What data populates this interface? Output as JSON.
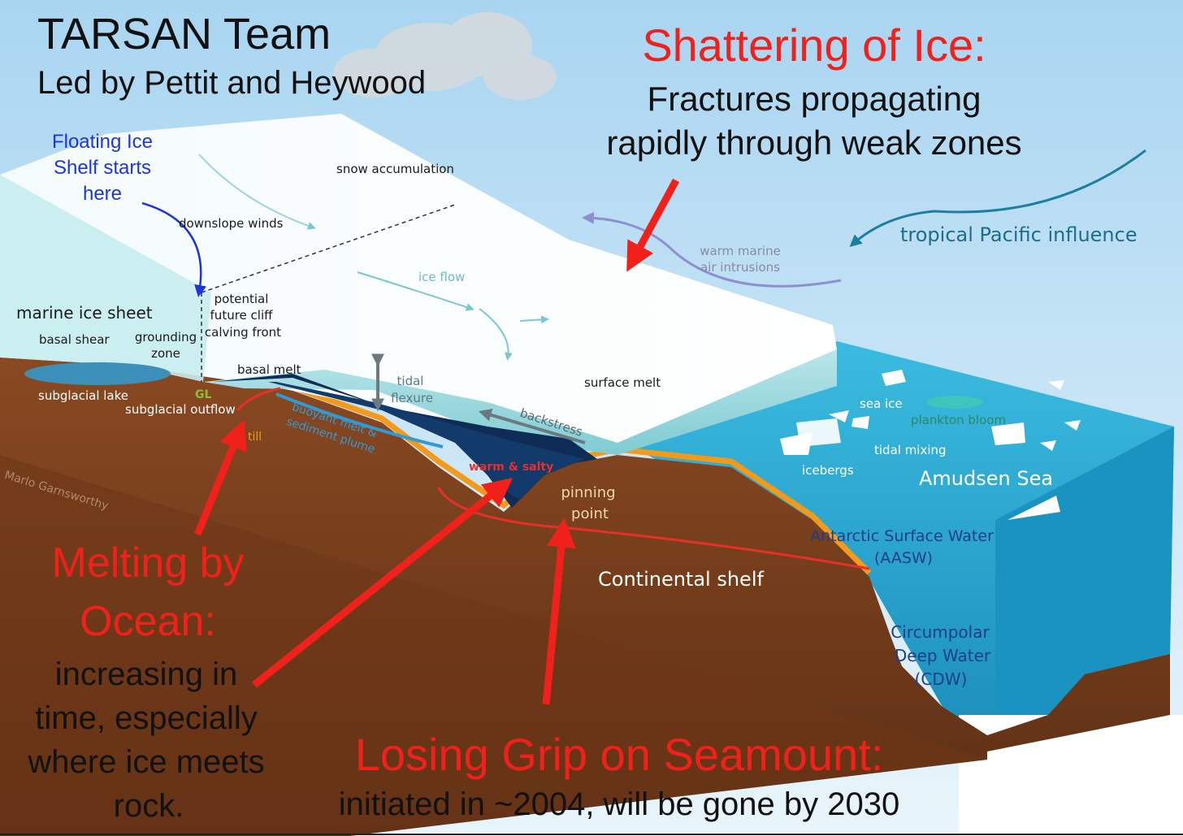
{
  "header": {
    "title": "TARSAN Team",
    "subtitle": "Led by Pettit and Heywood"
  },
  "callouts": {
    "shattering": {
      "title": "Shattering of Ice:",
      "line1": "Fractures propagating",
      "line2": "rapidly through weak zones"
    },
    "melting": {
      "title1": "Melting by",
      "title2": "Ocean:",
      "line1": "increasing in",
      "line2": "time, especially",
      "line3": "where ice meets",
      "line4": "rock."
    },
    "grip": {
      "title": "Losing Grip on Seamount:",
      "line1": "initiated in ~2004, will be gone by 2030"
    },
    "floating": {
      "line1": "Floating Ice",
      "line2": "Shelf starts",
      "line3": "here"
    }
  },
  "labels": {
    "snow_accumulation": "snow accumulation",
    "downslope_winds": "downslope winds",
    "ice_flow": "ice flow",
    "warm_marine_1": "warm marine",
    "warm_marine_2": "air intrusions",
    "tropical_pacific": "tropical Pacific influence",
    "marine_ice_sheet": "marine ice sheet",
    "basal_shear": "basal shear",
    "grounding_1": "grounding",
    "grounding_2": "zone",
    "potential_1": "potential",
    "potential_2": "future cliff",
    "potential_3": "calving front",
    "basal_melt": "basal melt",
    "tidal_1": "tidal",
    "tidal_2": "flexure",
    "surface_melt": "surface melt",
    "subglacial_lake": "subglacial lake",
    "gl": "GL",
    "subglacial_outflow": "subglacial outflow",
    "till": "till",
    "buoyant_1": "buoyant melt &",
    "buoyant_2": "sediment plume",
    "backstress": "backstress",
    "warm_salty": "warm & salty",
    "pinning_1": "pinning",
    "pinning_2": "point",
    "sea_ice": "sea ice",
    "plankton_bloom": "plankton bloom",
    "tidal_mixing": "tidal mixing",
    "icebergs": "icebergs",
    "amundsen_sea": "Amudsen Sea",
    "aasw_1": "Antarctic Surface Water",
    "aasw_2": "(AASW)",
    "continental_shelf": "Continental shelf",
    "cdw_1": "Circumpolar",
    "cdw_2": "Deep Water",
    "cdw_3": "(CDW)",
    "credit": "Marlo Garnsworthy"
  },
  "colors": {
    "callout_red": "#f0201a",
    "annotation_blue": "#1f35d6",
    "ocean": "#2aa8cc",
    "bedrock": "#7a3f1c",
    "sky": "#bfe0f5"
  }
}
